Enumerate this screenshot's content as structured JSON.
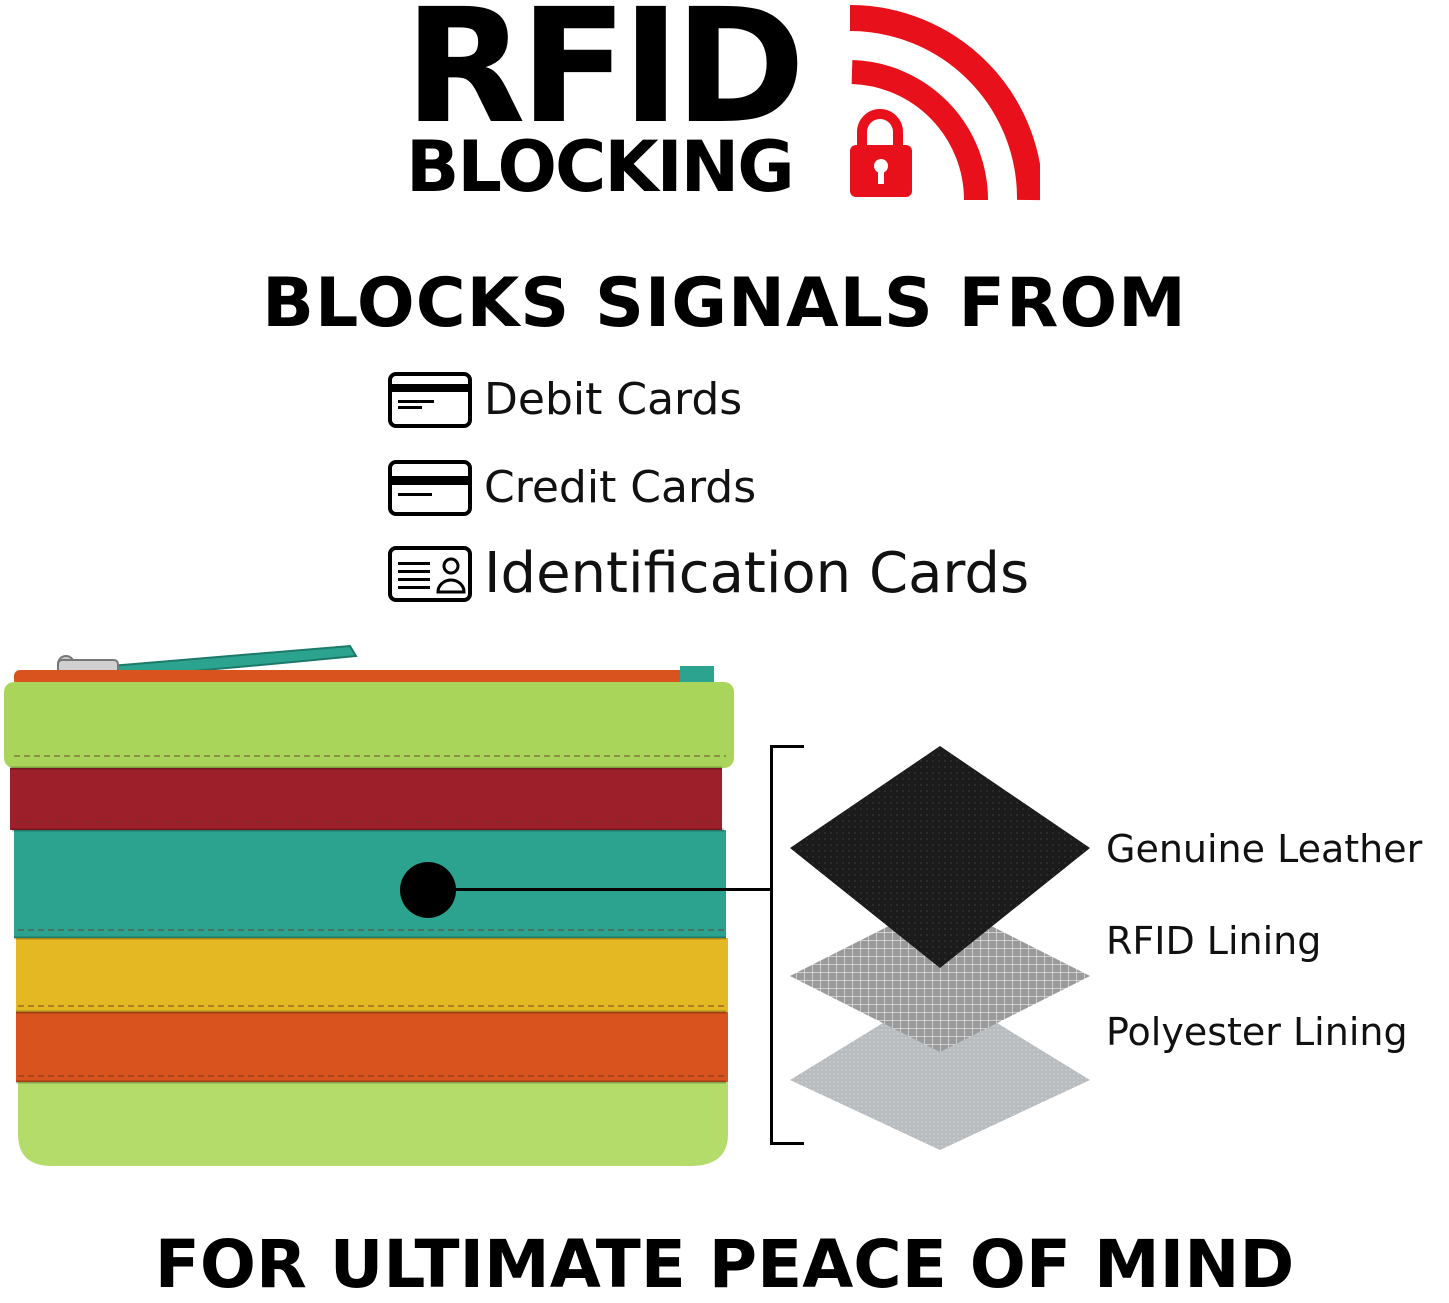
{
  "logo": {
    "line1": "RFID",
    "line2": "BLOCKING",
    "icon": "padlock-signal-waves-icon",
    "accent_color": "#e8111b"
  },
  "heading": "BLOCKS SIGNALS FROM",
  "cards": [
    {
      "label": "Debit Cards",
      "icon": "debit-card-icon"
    },
    {
      "label": "Credit Cards",
      "icon": "credit-card-icon"
    },
    {
      "label": "Identification Cards",
      "icon": "id-card-icon"
    }
  ],
  "wallet": {
    "stripe_colors": [
      "#a9d65a",
      "#9c1f2a",
      "#2ba38f",
      "#e3b822",
      "#d9531e",
      "#b3dc6a"
    ]
  },
  "layers": [
    {
      "label": "Genuine Leather",
      "color": "#1d1d1d"
    },
    {
      "label": "RFID Lining",
      "color": "#a8a8a8"
    },
    {
      "label": "Polyester Lining",
      "color": "#b8bcbf"
    }
  ],
  "tagline": "FOR ULTIMATE PEACE OF MIND"
}
